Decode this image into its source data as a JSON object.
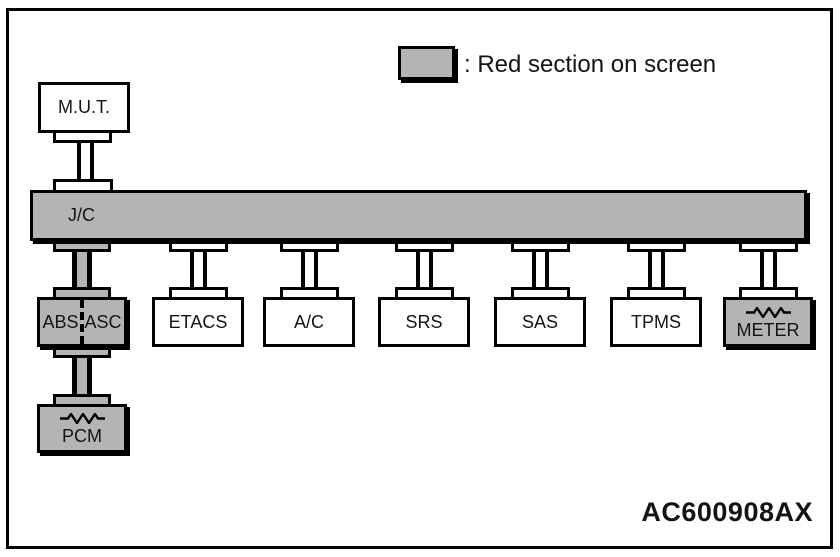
{
  "legend": {
    "label": ": Red section on screen"
  },
  "diagram": {
    "tester_label": "M.U.T.",
    "junction_label": "J/C",
    "nodes": [
      {
        "label_left": "ABS",
        "label_right": "ASC",
        "highlighted": true
      },
      {
        "label": "ETACS",
        "highlighted": false
      },
      {
        "label": "A/C",
        "highlighted": false
      },
      {
        "label": "SRS",
        "highlighted": false
      },
      {
        "label": "SAS",
        "highlighted": false
      },
      {
        "label": "TPMS",
        "highlighted": false
      },
      {
        "label": "METER",
        "highlighted": true,
        "terminating_resistor": true
      }
    ],
    "sub_node": {
      "label": "PCM",
      "highlighted": true,
      "terminating_resistor": true
    }
  },
  "figure_code": "AC600908AX",
  "colors": {
    "highlight_gray": "#b4b4b4",
    "line_black": "#000000",
    "background_white": "#ffffff"
  }
}
